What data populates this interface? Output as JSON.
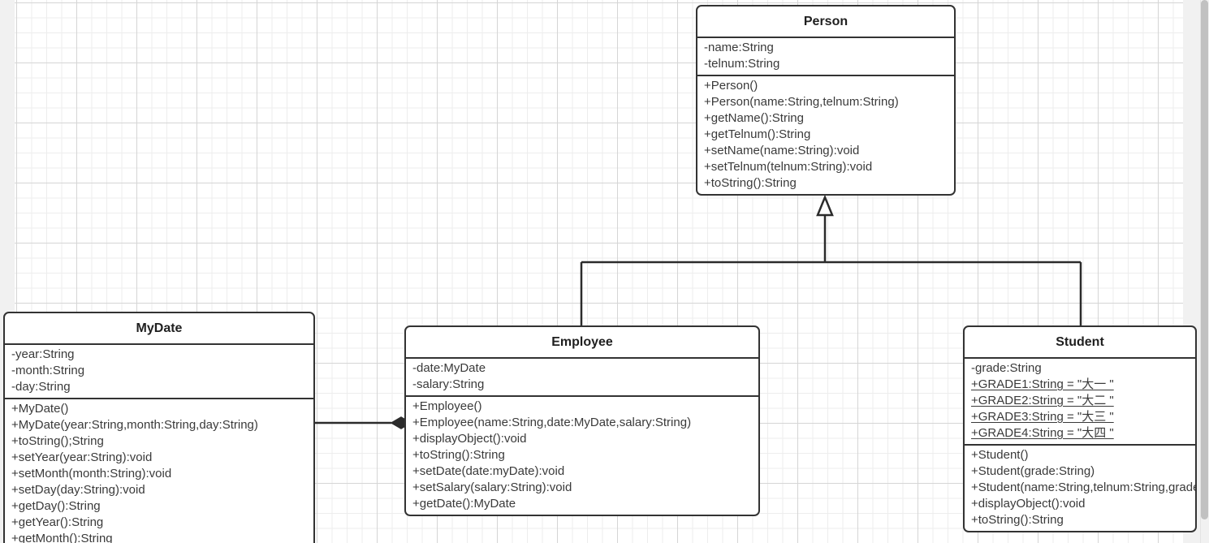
{
  "diagram": {
    "kind": "uml-class-diagram",
    "canvas": {
      "background": "#ffffff",
      "grid_minor_color": "#ededed",
      "grid_major_color": "#d5d5d5",
      "gutter_color": "#f1f1f1"
    },
    "style": {
      "box_border_color": "#333333",
      "box_fill": "#ffffff",
      "text_color": "#3a3a3a",
      "connector_color": "#2b2b2b"
    }
  },
  "classes": {
    "person": {
      "name": "Person",
      "attributes": [
        "-name:String",
        "-telnum:String"
      ],
      "methods": [
        "+Person()",
        "+Person(name:String,telnum:String)",
        "+getName():String",
        "+getTelnum():String",
        "+setName(name:String):void",
        "+setTelnum(telnum:String):void",
        "+toString():String"
      ]
    },
    "mydate": {
      "name": "MyDate",
      "attributes": [
        "-year:String",
        "-month:String",
        "-day:String"
      ],
      "methods": [
        "+MyDate()",
        "+MyDate(year:String,month:String,day:String)",
        "+toString();String",
        "+setYear(year:String):void",
        "+setMonth(month:String):void",
        "+setDay(day:String):void",
        "+getDay():String",
        "+getYear():String",
        "+getMonth():String"
      ]
    },
    "employee": {
      "name": "Employee",
      "attributes": [
        "-date:MyDate",
        "-salary:String"
      ],
      "methods": [
        "+Employee()",
        "+Employee(name:String,date:MyDate,salary:String)",
        "+displayObject():void",
        "+toString():String",
        "+setDate(date:myDate):void",
        "+setSalary(salary:String):void",
        "+getDate():MyDate"
      ]
    },
    "student": {
      "name": "Student",
      "attributes": [
        "-grade:String",
        "+GRADE1:String = \"大一 \"",
        "+GRADE2:String = \"大二 \"",
        "+GRADE3:String = \"大三 \"",
        "+GRADE4:String = \"大四 \""
      ],
      "attributes_static": [
        false,
        true,
        true,
        true,
        true
      ],
      "methods": [
        "+Student()",
        "+Student(grade:String)",
        "+Student(name:String,telnum:String,grade:String)",
        "+displayObject():void",
        "+toString():String"
      ]
    }
  },
  "relationships": [
    {
      "type": "generalization",
      "from": "Employee",
      "to": "Person",
      "marker": "hollow-triangle-arrow"
    },
    {
      "type": "generalization",
      "from": "Student",
      "to": "Person",
      "marker": "hollow-triangle-arrow"
    },
    {
      "type": "composition",
      "from": "MyDate",
      "to": "Employee",
      "marker": "filled-diamond"
    }
  ]
}
